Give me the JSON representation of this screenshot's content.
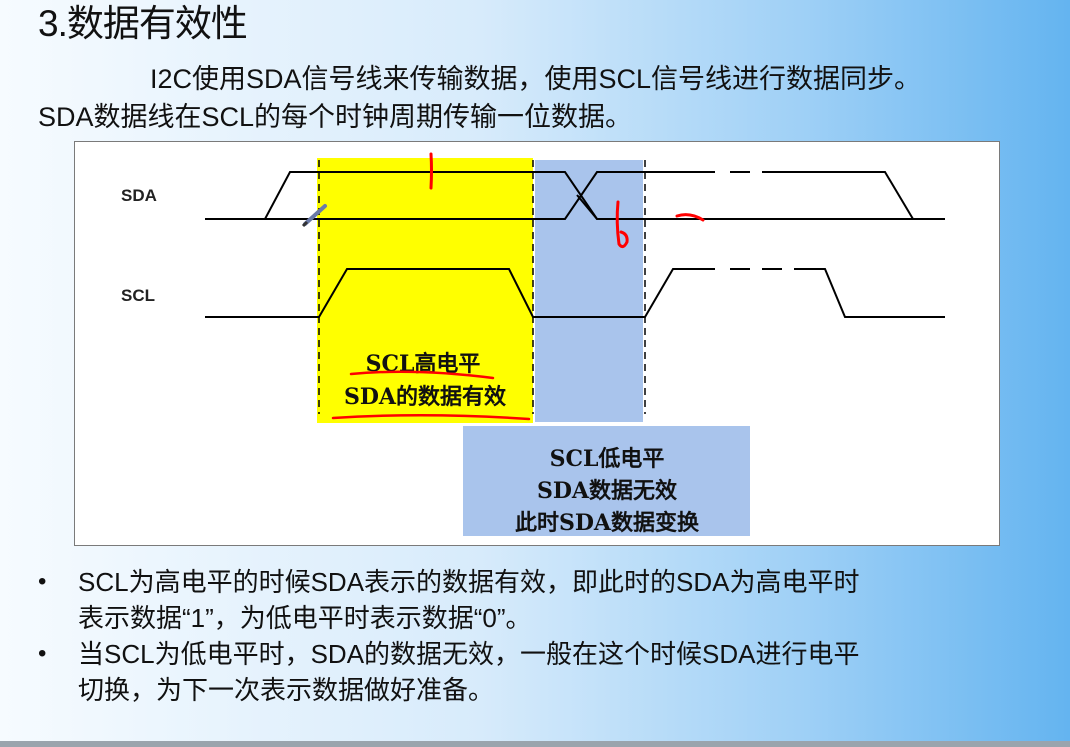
{
  "slide": {
    "title": "3.数据有效性",
    "intro_line1": "I2C使用SDA信号线来传输数据，使用SCL信号线进行数据同步。",
    "intro_line2": "SDA数据线在SCL的每个时钟周期传输一位数据。"
  },
  "diagram": {
    "signal_sda": "SDA",
    "signal_scl": "SCL",
    "valid_box_line1": "SCL高电平",
    "valid_box_line2": "SDA的数据有效",
    "invalid_box_line1": "SCL低电平",
    "invalid_box_line2": "SDA数据无效",
    "invalid_box_line3": "此时SDA数据变换",
    "colors": {
      "valid_highlight": "#ffff00",
      "invalid_highlight": "#a9c4ec",
      "annotation_red": "#ff0000"
    }
  },
  "bullets": [
    {
      "line1": "SCL为高电平的时候SDA表示的数据有效，即此时的SDA为高电平时",
      "line2": "表示数据“1”，为低电平时表示数据“0”。"
    },
    {
      "line1": "当SCL为低电平时，SDA的数据无效，一般在这个时候SDA进行电平",
      "line2": "切换，为下一次表示数据做好准备。"
    }
  ]
}
